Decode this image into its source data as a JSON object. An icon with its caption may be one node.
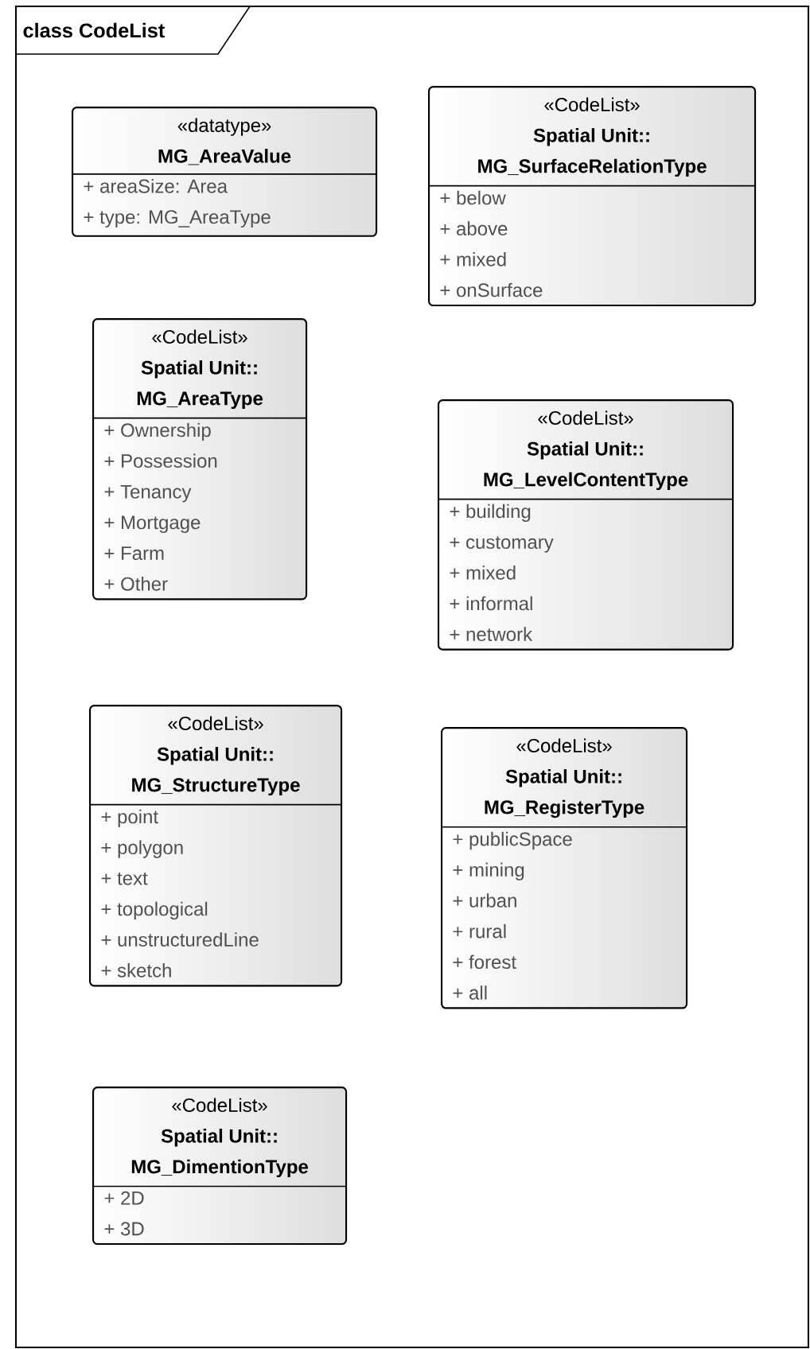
{
  "diagram": {
    "title": "class CodeList",
    "nodes": [
      {
        "text": [
          "«datatype»",
          "MG_AreaValue",
          "+ areaSize: Area",
          "+ type: MG_AreaType"
        ]
      },
      {
        "text": [
          "«CodeList»",
          "Spatial Unit:: MG_SurfaceRelationType",
          "+ below",
          "+ above",
          "+ mixed",
          "+ onSurface"
        ]
      },
      {
        "text": [
          "«CodeList»",
          "Spatial Unit:: MG_AreaType",
          "+ Ownership",
          "+ Possession",
          "+ Tenancy",
          "+ Mortgage",
          "+ Farm",
          "+ Other"
        ]
      },
      {
        "text": [
          "«CodeList»",
          "Spatial Unit:: MG_LevelContentType",
          "+ building",
          "+ customary",
          "+ mixed",
          "+ informal",
          "+ network"
        ]
      },
      {
        "text": [
          "«CodeList»",
          "Spatial Unit:: MG_StructureType",
          "+ point",
          "+ polygon",
          "+ text",
          "+ topological",
          "+ unstructuredLine",
          "+ sketch"
        ]
      },
      {
        "text": [
          "«CodeList»",
          "Spatial Unit:: MG_RegisterType",
          "+ publicSpace",
          "+ mining",
          "+ urban",
          "+ rural",
          "+ forest",
          "+ all"
        ]
      },
      {
        "text": [
          "«CodeList»",
          "Spatial Unit:: MG_DimentionType",
          "+ 2D",
          "+ 3D"
        ]
      }
    ]
  }
}
